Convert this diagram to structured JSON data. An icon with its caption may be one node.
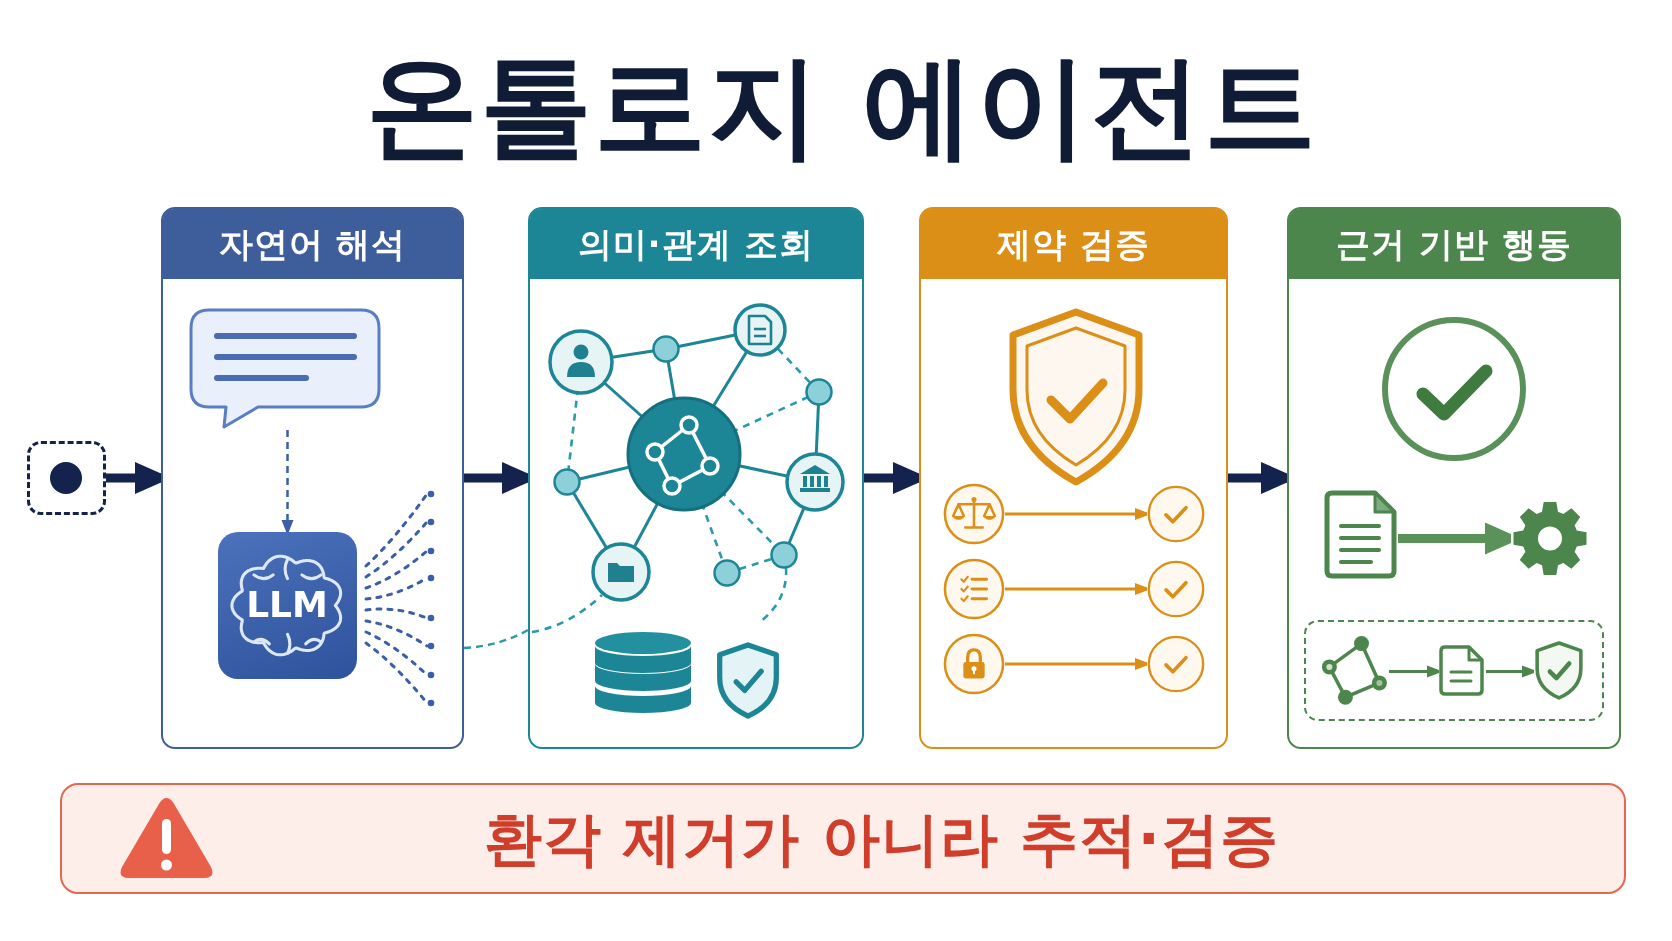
{
  "diagram": {
    "title": "온톨로지 에이전트",
    "nodes": [
      {
        "text": [],
        "shape": "box"
      },
      {
        "text": [
          "자연어 해석"
        ]
      },
      {
        "text": [],
        "shape": "bubble",
        "in": 1
      },
      {
        "text": [
          "LLM"
        ],
        "in": 1
      },
      {
        "text": [
          "의미·관계 조회"
        ]
      },
      {
        "text": [
          "제약 검증"
        ]
      },
      {
        "text": [],
        "shape": "circle",
        "in": 5
      },
      {
        "text": [],
        "shape": "circle",
        "in": 5
      },
      {
        "text": [],
        "shape": "circle",
        "in": 5
      },
      {
        "text": [],
        "shape": "circle",
        "in": 5
      },
      {
        "text": [],
        "shape": "circle",
        "in": 5
      },
      {
        "text": [],
        "shape": "circle",
        "in": 5
      },
      {
        "text": [
          "근거 기반 행동"
        ]
      },
      {
        "text": [],
        "shape": "picture",
        "in": 12
      },
      {
        "text": [],
        "shape": "picture",
        "in": 12
      },
      {
        "text": [],
        "shape": "box",
        "in": 12
      },
      {
        "text": [],
        "shape": "picture",
        "in": 15
      },
      {
        "text": [],
        "shape": "picture",
        "in": 15
      },
      {
        "text": [],
        "shape": "picture",
        "in": 15
      },
      {
        "text": [
          "환각 제거가 아니라 추적·검증"
        ]
      }
    ],
    "edges": [
      {
        "from": 0,
        "to": 1,
        "arrow": "to",
        "style": "thick"
      },
      {
        "from": 1,
        "to": 4,
        "arrow": "to",
        "style": "thick"
      },
      {
        "from": 4,
        "to": 5,
        "arrow": "to",
        "style": "thick"
      },
      {
        "from": 5,
        "to": 12,
        "arrow": "to",
        "style": "thick"
      },
      {
        "from": 2,
        "to": 3,
        "arrow": "to",
        "style": "dashed",
        "color": "#3b5ea8"
      },
      {
        "from": 1,
        "to": 4,
        "arrow": "none",
        "style": "dashed",
        "color": "#2a9aa8"
      },
      {
        "from": 6,
        "to": 7,
        "arrow": "to",
        "color": "#db8f17"
      },
      {
        "from": 8,
        "to": 9,
        "arrow": "to",
        "color": "#db8f17"
      },
      {
        "from": 10,
        "to": 11,
        "arrow": "to",
        "color": "#db8f17"
      },
      {
        "from": 13,
        "to": 14,
        "arrow": "to",
        "style": "thick",
        "color": "#5a925a"
      },
      {
        "from": 16,
        "to": 17,
        "arrow": "to",
        "color": "#4d864d"
      },
      {
        "from": 17,
        "to": 18,
        "arrow": "to",
        "color": "#4d864d"
      }
    ]
  }
}
